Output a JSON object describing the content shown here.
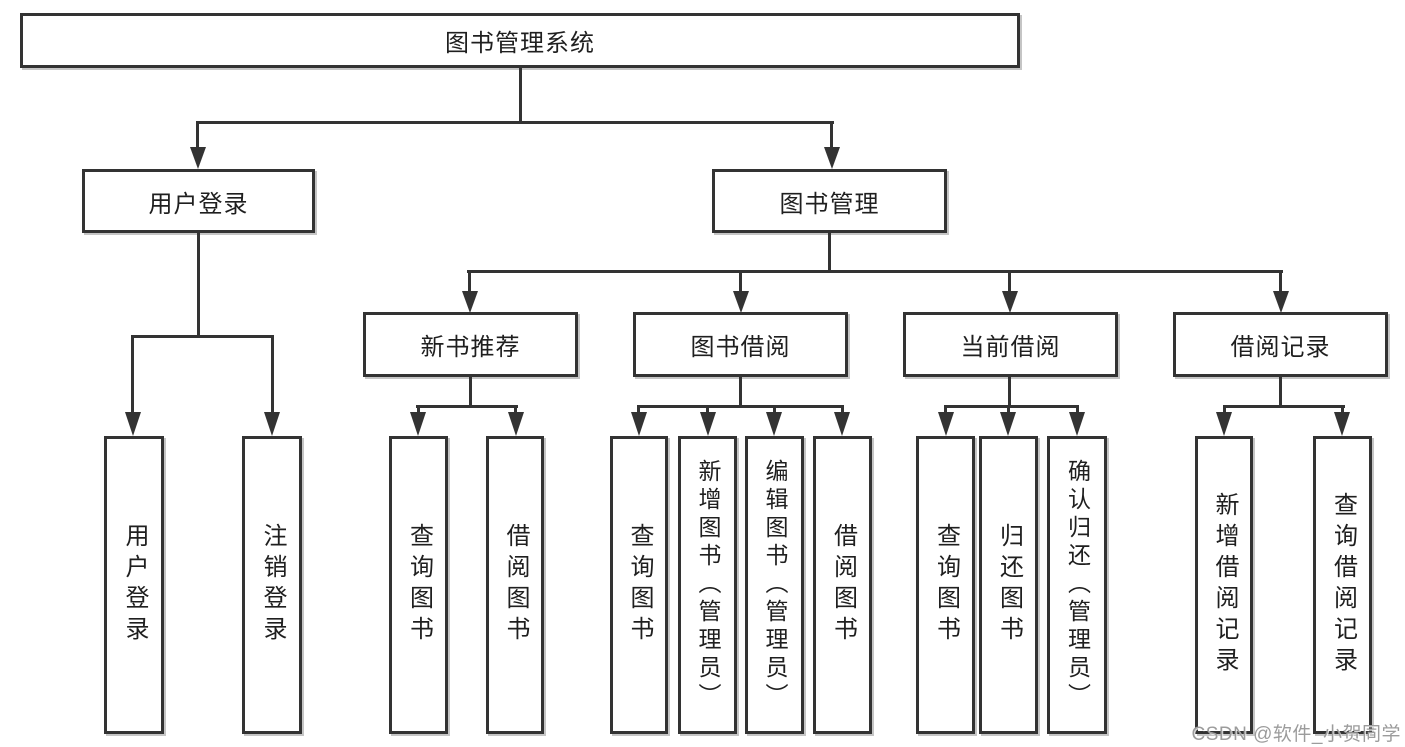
{
  "tree": {
    "root": "图书管理系统",
    "level2": [
      "用户登录",
      "图书管理"
    ],
    "level3": [
      "新书推荐",
      "图书借阅",
      "当前借阅",
      "借阅记录"
    ],
    "leaves": {
      "user_login": [
        "用户登录",
        "注销登录"
      ],
      "new_book_recommend": [
        "查询图书",
        "借阅图书"
      ],
      "book_borrowing": [
        "查询图书",
        "新增图书（管理员）",
        "编辑图书（管理员）",
        "借阅图书"
      ],
      "current_borrowing": [
        "查询图书",
        "归还图书",
        "确认归还（管理员）"
      ],
      "borrowing_records": [
        "新增借阅记录",
        "查询借阅记录"
      ]
    }
  },
  "watermark": {
    "text": "CSDN @软件_小贺同学"
  },
  "colors": {
    "line": "#333333",
    "text": "#1f1f1f",
    "background": "#ffffff",
    "watermark": "#9c9c9c"
  }
}
